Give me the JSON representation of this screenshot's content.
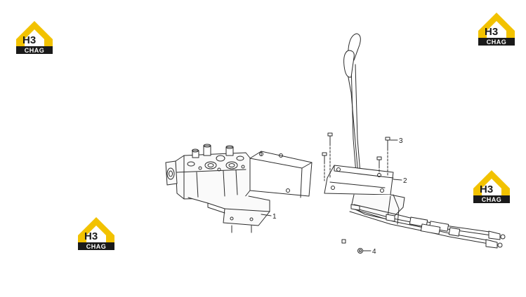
{
  "logo": {
    "mark": "H3",
    "word": "CHAG",
    "colors": {
      "yellow": "#f2c200",
      "dark": "#1a1a1a",
      "white": "#ffffff"
    }
  },
  "diagram": {
    "line_color": "#2b2b2b",
    "callouts": [
      {
        "id": "1",
        "label": "1"
      },
      {
        "id": "2",
        "label": "2"
      },
      {
        "id": "3",
        "label": "3"
      },
      {
        "id": "4",
        "label": "4"
      }
    ]
  }
}
